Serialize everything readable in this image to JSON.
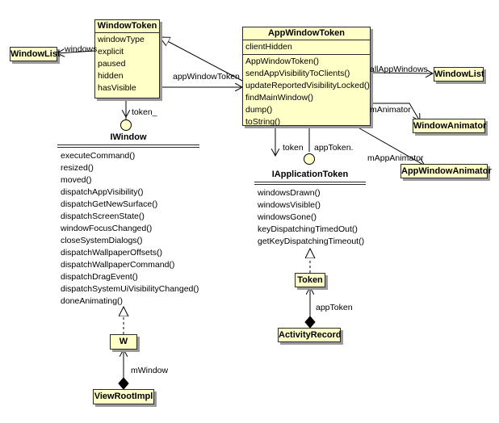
{
  "classes": {
    "window_token": {
      "name": "WindowToken",
      "attributes": [
        "windowType",
        "explicit",
        "paused",
        "hidden",
        "hasVisible"
      ]
    },
    "app_window_token": {
      "name": "AppWindowToken",
      "attributes": [
        "clientHidden"
      ],
      "operations": [
        "AppWindowToken()",
        "sendAppVisibilityToClients()",
        "updateReportedVisibilityLocked()",
        "findMainWindow()",
        "dump()",
        "toString()"
      ]
    },
    "window_list_left": {
      "name": "WindowList"
    },
    "window_list_right": {
      "name": "WindowList"
    },
    "window_animator": {
      "name": "WindowAnimator"
    },
    "app_window_animator": {
      "name": "AppWindowAnimator"
    },
    "w": {
      "name": "W"
    },
    "view_root_impl": {
      "name": "ViewRootImpl"
    },
    "token": {
      "name": "Token"
    },
    "activity_record": {
      "name": "ActivityRecord"
    }
  },
  "interfaces": {
    "iwindow": {
      "name": "IWindow",
      "operations": [
        "executeCommand()",
        "resized()",
        "moved()",
        "dispatchAppVisibility()",
        "dispatchGetNewSurface()",
        "dispatchScreenState()",
        "windowFocusChanged()",
        "closeSystemDialogs()",
        "dispatchWallpaperOffsets()",
        "dispatchWallpaperCommand()",
        "dispatchDragEvent()",
        "dispatchSystemUiVisibilityChanged()",
        "doneAnimating()"
      ]
    },
    "iapplication_token": {
      "name": "IApplicationToken",
      "operations": [
        "windowsDrawn()",
        "windowsVisible()",
        "windowsGone()",
        "keyDispatchingTimedOut()",
        "getKeyDispatchingTimeout()"
      ]
    }
  },
  "relation_labels": {
    "windows": "windows",
    "token_": "token_",
    "app_window_token": "appWindowToken",
    "all_app_windows": "allAppWindows",
    "m_animator": "mAnimator",
    "m_app_animator": "mAppAnimator",
    "token": "token",
    "app_token_dot": "appToken.",
    "app_token": "appToken",
    "m_window": "mWindow"
  }
}
